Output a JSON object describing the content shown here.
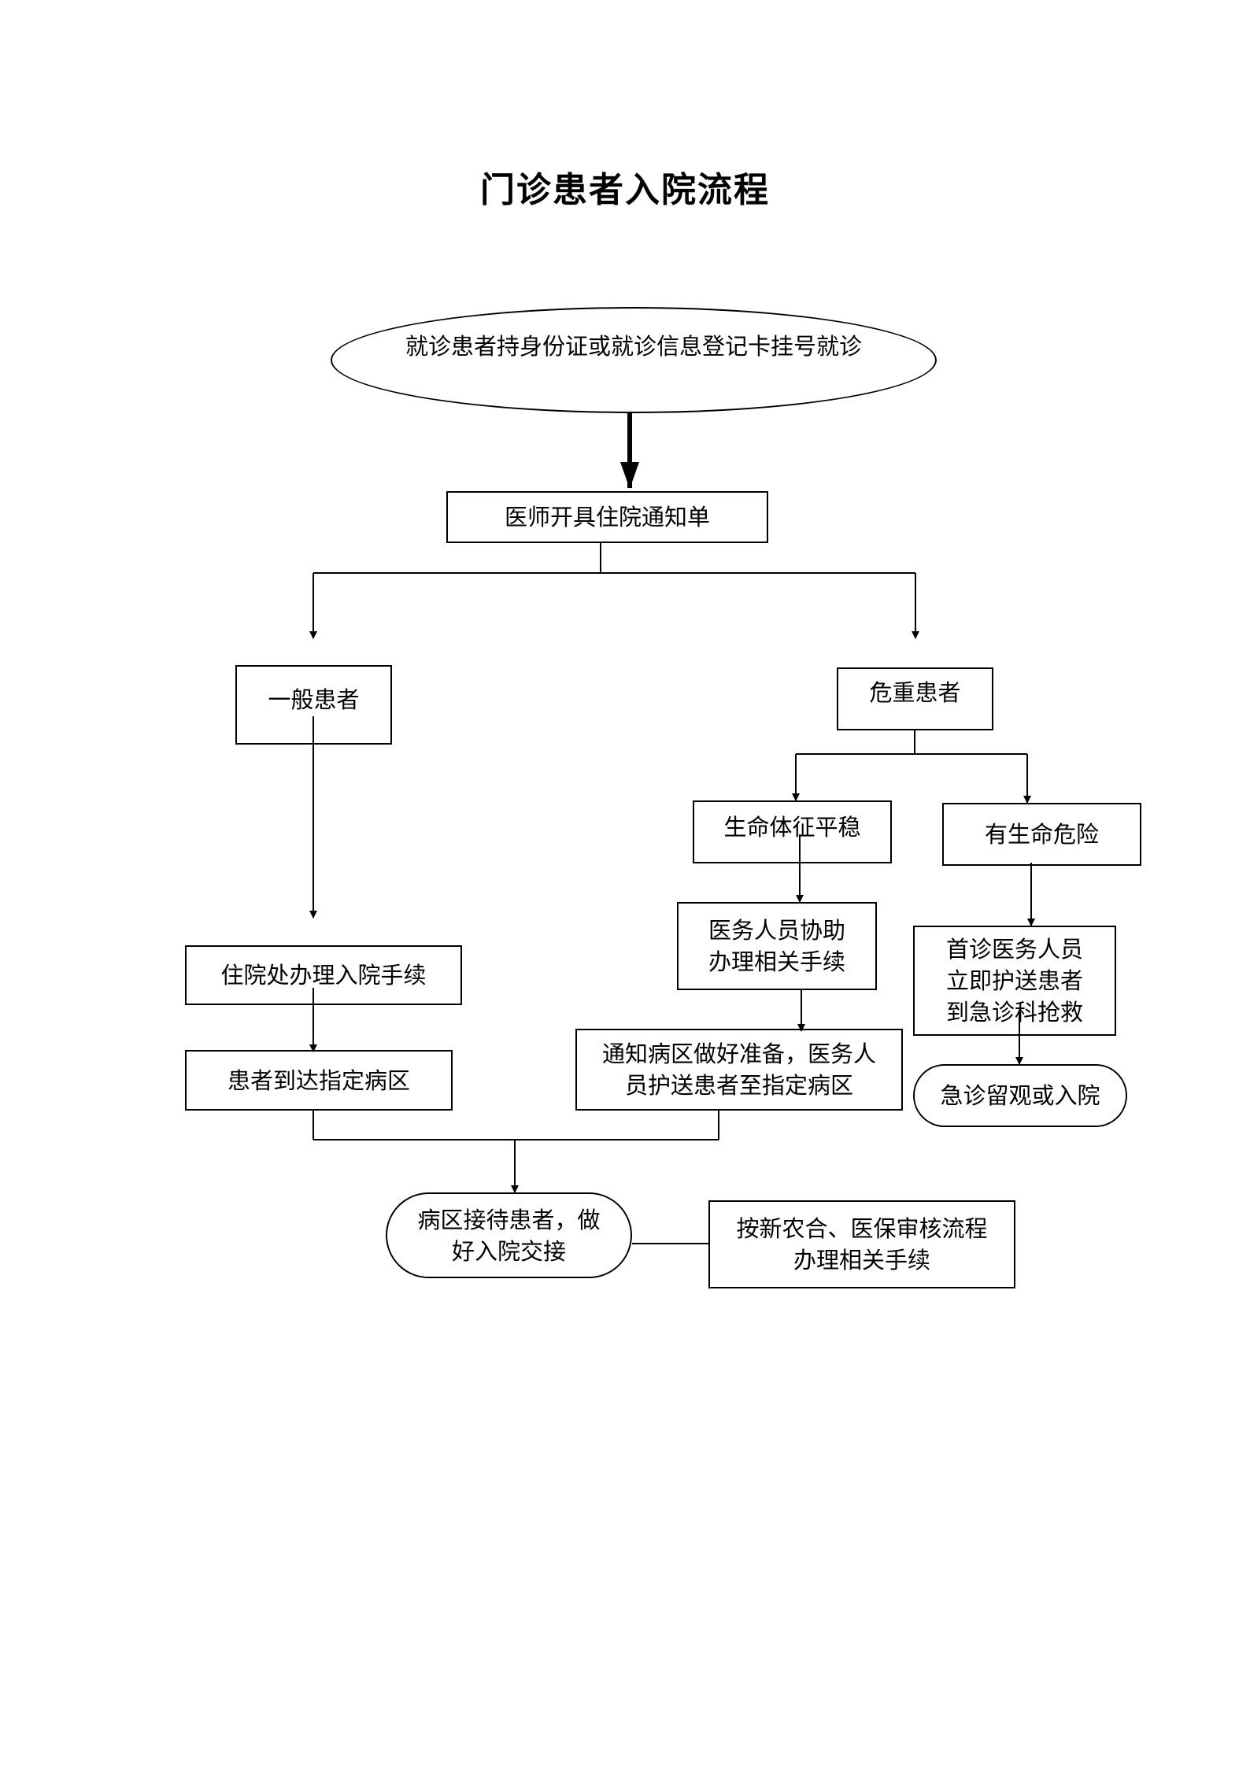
{
  "title": "门诊患者入院流程",
  "nodes": {
    "registration": "就诊患者持身份证或就诊信息登记卡挂号就诊",
    "admission_notice": "医师开具住院通知单",
    "general_patient": "一般患者",
    "critical_patient": "危重患者",
    "vital_stable": "生命体征平稳",
    "life_danger": "有生命危险",
    "admission_office": "住院处办理入院手续",
    "staff_assist": "医务人员协助\n办理相关手续",
    "escort_er": "首诊医务人员\n立即护送患者\n到急诊科抢救",
    "arrive_ward": "患者到达指定病区",
    "notify_ward": "通知病区做好准备，医务人\n员护送患者至指定病区",
    "er_observation": "急诊留观或入院",
    "ward_receive": "病区接待患者，做\n好入院交接",
    "insurance_review": "按新农合、医保审核流程\n办理相关手续"
  }
}
